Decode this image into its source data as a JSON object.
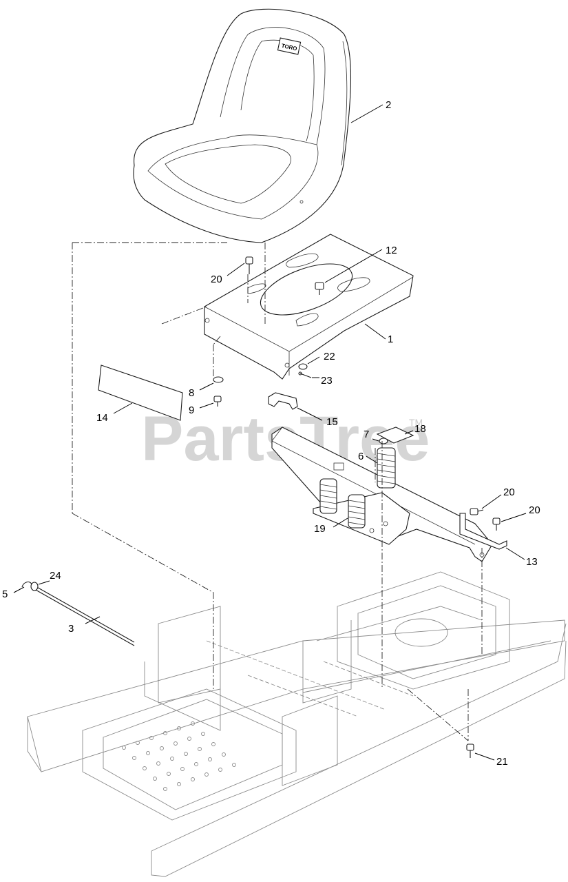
{
  "watermark": {
    "text": "PartsTree",
    "trademark": "TM"
  },
  "seat_brand": "TORO",
  "callouts": {
    "c1": "1",
    "c2": "2",
    "c3": "3",
    "c5": "5",
    "c6": "6",
    "c7": "7",
    "c8": "8",
    "c9": "9",
    "c12": "12",
    "c13": "13",
    "c14": "14",
    "c15": "15",
    "c18": "18",
    "c19": "19",
    "c20a": "20",
    "c20b": "20",
    "c20c": "20",
    "c21": "21",
    "c22": "22",
    "c23": "23",
    "c24": "24"
  }
}
